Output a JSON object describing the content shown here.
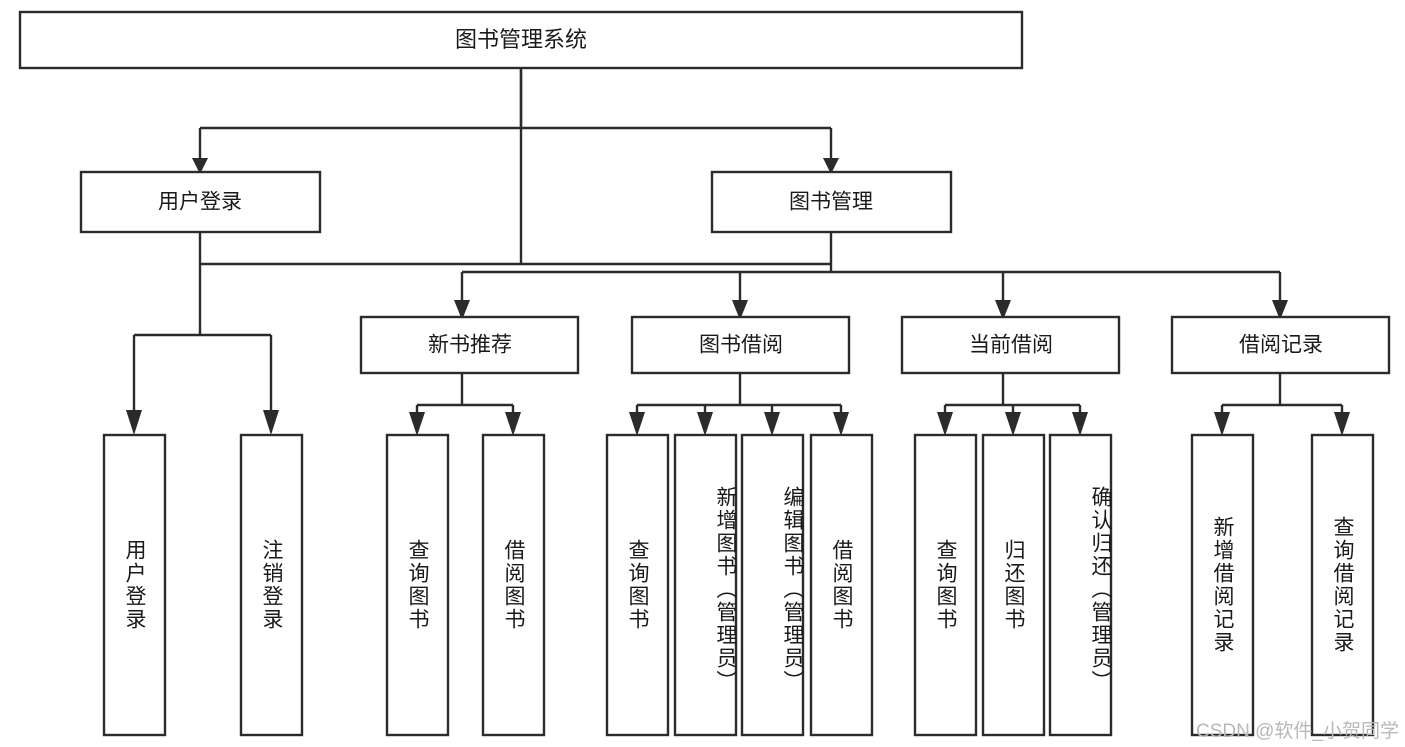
{
  "diagram": {
    "title": "图书管理系统",
    "type": "hierarchy-tree",
    "watermark": "CSDN @软件_小贺同学",
    "colors": {
      "stroke": "#2b2b2b",
      "fill": "#ffffff",
      "text": "#1a1a1a",
      "watermark": "#b8b8b8"
    },
    "levels": {
      "root": {
        "label": "图书管理系统"
      },
      "level2": [
        {
          "label": "用户登录"
        },
        {
          "label": "图书管理"
        }
      ],
      "level3": [
        {
          "label": "新书推荐"
        },
        {
          "label": "图书借阅"
        },
        {
          "label": "当前借阅"
        },
        {
          "label": "借阅记录"
        }
      ],
      "leaves": {
        "user_login": [
          {
            "label": "用户登录"
          },
          {
            "label": "注销登录"
          }
        ],
        "new_book_rec": [
          {
            "label": "查询图书"
          },
          {
            "label": "借阅图书"
          }
        ],
        "book_borrow": [
          {
            "label": "查询图书"
          },
          {
            "label": "新增图书（管理员）"
          },
          {
            "label": "编辑图书（管理员）"
          },
          {
            "label": "借阅图书"
          }
        ],
        "current_borrow": [
          {
            "label": "查询图书"
          },
          {
            "label": "归还图书"
          },
          {
            "label": "确认归还（管理员）"
          }
        ],
        "borrow_record": [
          {
            "label": "新增借阅记录"
          },
          {
            "label": "查询借阅记录"
          }
        ]
      }
    }
  }
}
